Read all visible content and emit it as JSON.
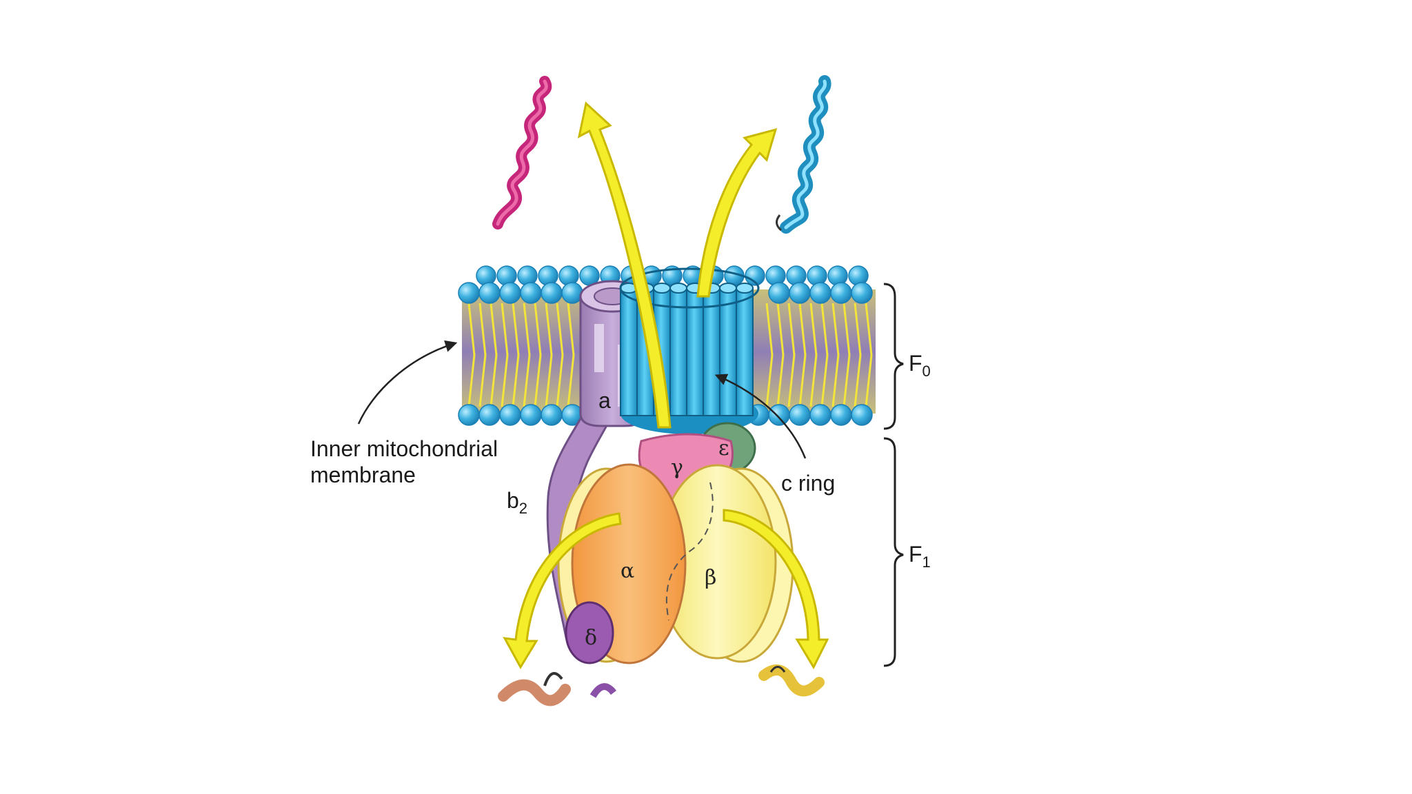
{
  "labels": {
    "membrane_line1": "Inner mitochondrial",
    "membrane_line2": "membrane",
    "b_main": "b",
    "b_sub": "2",
    "a": "a",
    "gamma": "γ",
    "epsilon": "ε",
    "alpha": "α",
    "beta": "β",
    "delta": "δ",
    "c_ring": "c ring",
    "f0_main": "F",
    "f0_sub": "0",
    "f1_main": "F",
    "f1_sub": "1"
  },
  "colors": {
    "lipid_head": "#3fb2e0",
    "lipid_tail": "#f2e43a",
    "membrane_core": "#8f7fb5",
    "c_ring": "#3db8e6",
    "subunit_a": "#b99ac9",
    "stalk_b2": "#b08bc4",
    "gamma": "#ec8ab4",
    "epsilon": "#6fa47a",
    "alpha": "#f6ad62",
    "beta": "#fbf196",
    "delta": "#9a5bb0",
    "arrow": "#f4ee2a",
    "helix_left": "#c6267a",
    "helix_right": "#2aa6d4"
  },
  "icons": [
    "membrane-bilayer",
    "c-ring",
    "curved-arrow",
    "bracket",
    "protein-helix"
  ]
}
